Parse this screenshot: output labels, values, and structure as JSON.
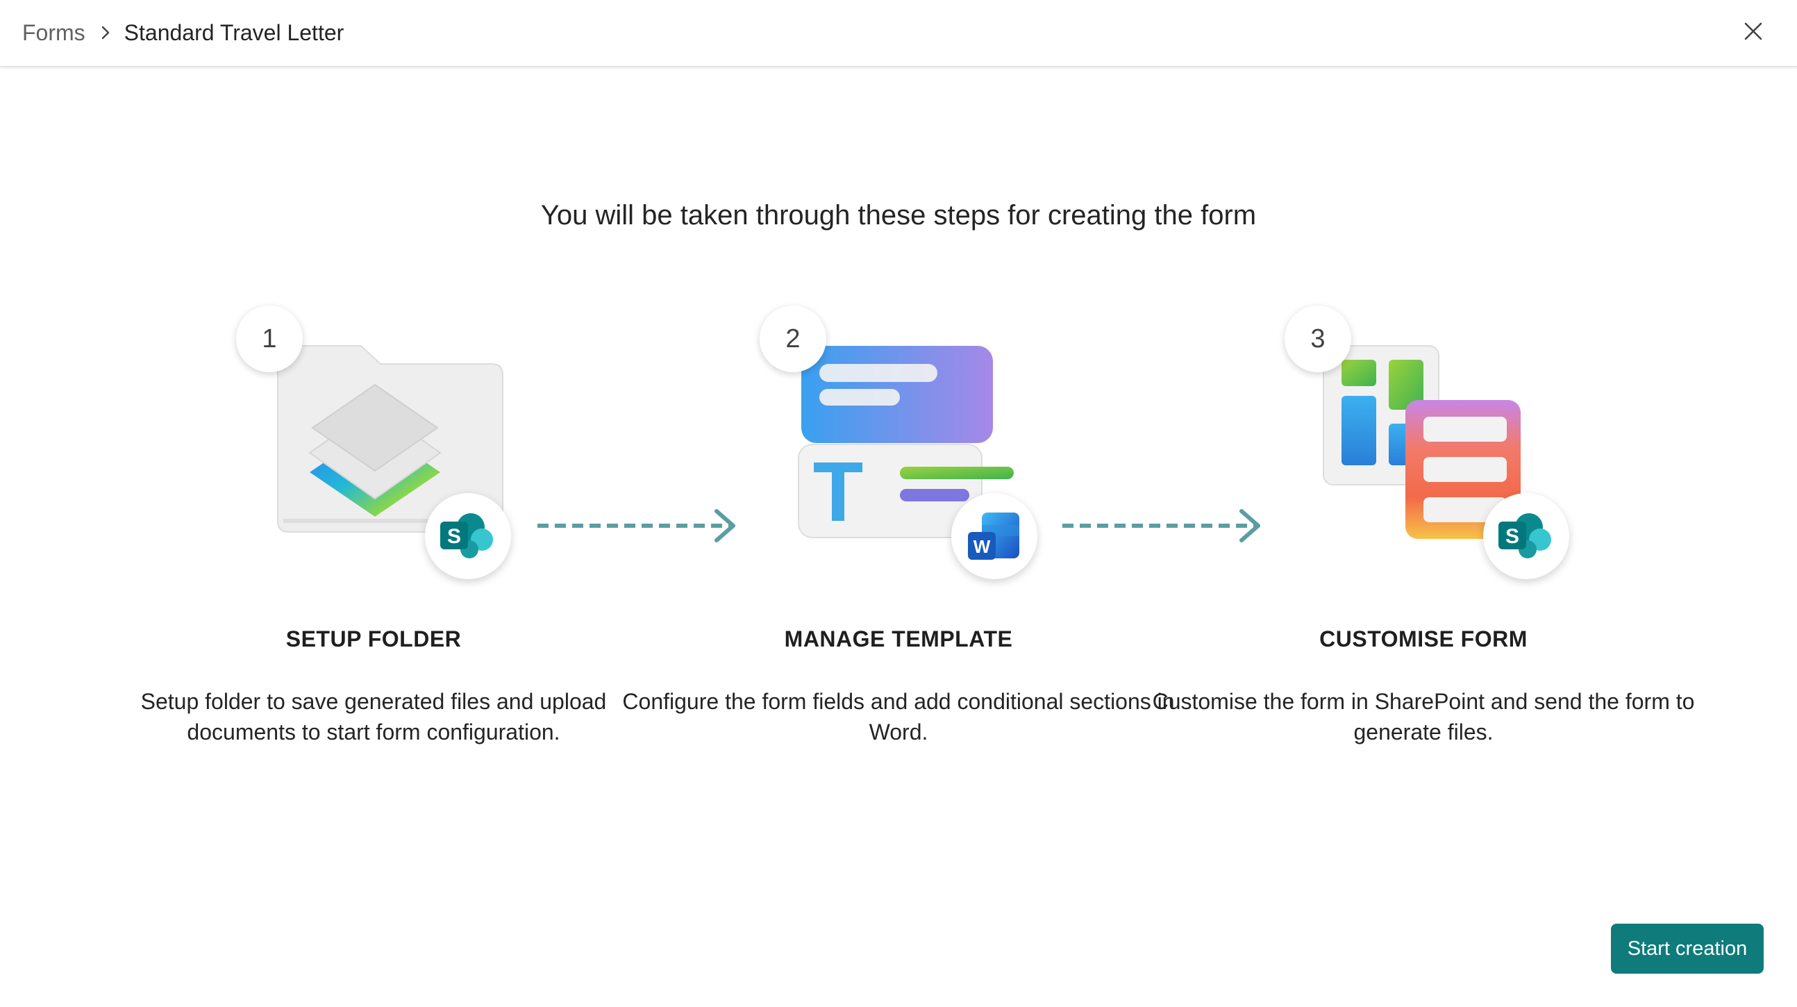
{
  "breadcrumb": {
    "root": "Forms",
    "current": "Standard Travel Letter"
  },
  "headline": "You will be taken through these steps for creating the form",
  "steps": [
    {
      "number": "1",
      "title": "SETUP FOLDER",
      "description": "Setup folder to save generated files and upload documents to start form configuration.",
      "app_icon": "sharepoint-icon",
      "app_letter": "S"
    },
    {
      "number": "2",
      "title": "MANAGE TEMPLATE",
      "description": "Configure the form fields and add conditional sections in Word.",
      "app_icon": "word-icon",
      "app_letter": "W"
    },
    {
      "number": "3",
      "title": "CUSTOMISE FORM",
      "description": "Customise the form in SharePoint and send the form to generate files.",
      "app_icon": "sharepoint-icon",
      "app_letter": "S"
    }
  ],
  "actions": {
    "start_label": "Start creation"
  },
  "colors": {
    "accent": "#0f7b7b",
    "arrow": "#5a9ea3",
    "sharepoint": "#03787c",
    "word": "#185abd"
  }
}
